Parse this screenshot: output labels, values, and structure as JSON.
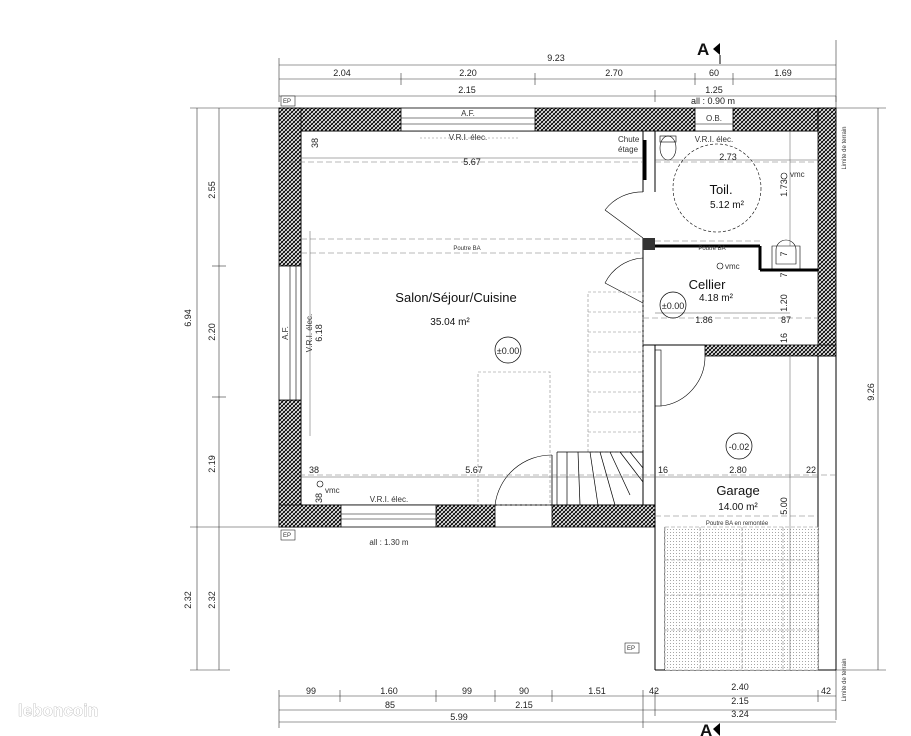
{
  "top_dims": {
    "overall": "9.23",
    "d1": "2.04",
    "d2": "2.20",
    "d3": "2.70",
    "d4": "60",
    "d5": "1.69",
    "r2_a": "2.15",
    "r2_b": "1.25",
    "allege_ob": "all : 0.90 m"
  },
  "left_dims": {
    "outer": "6.94",
    "a": "2.55",
    "b": "2.20",
    "c": "2.19",
    "low_outer": "2.32",
    "low_inner": "2.32"
  },
  "right_dims": {
    "outer": "9.26"
  },
  "bottom_dims": {
    "r1": [
      "99",
      "1.60",
      "99",
      "90",
      "1.51",
      "42",
      "2.40",
      "42"
    ],
    "r2_a": "85",
    "r2_b": "2.15",
    "r2_c": "2.15",
    "r3_a": "5.99",
    "r3_b": "3.24"
  },
  "inner_dims": {
    "w38_top": "38",
    "top_span": "5.67",
    "toil_w": "2.73",
    "toil_h": "1.73",
    "cellier_h": "1.20",
    "cellier_w": "1.86",
    "d87": "87",
    "d16a": "16",
    "d7a": "7",
    "d7b": "7",
    "win_left": "6.18",
    "w38_mid": "38",
    "mid_span": "5.67",
    "d16b": "16",
    "garage_w": "2.80",
    "d22": "22",
    "w38_low": "38",
    "garage_h": "5.00"
  },
  "windows": {
    "af_top": "A.F.",
    "vri_top": "V.R.I. élec.",
    "ob": "O.B.",
    "vri_toil": "V.R.I. élec.",
    "af_left": "A.F.",
    "vri_left": "V.R.I. élec.",
    "vri_bottom": "V.R.I. élec.",
    "allege_bottom": "all : 1.30 m"
  },
  "labels": {
    "chute": "Chute",
    "etage": "étage",
    "poutre1": "Poutre BA",
    "poutre2": "Poutre BA",
    "poutre_garage": "Poutre BA en remontée",
    "vmc1": "vmc",
    "vmc2": "vmc",
    "vmc3": "vmc",
    "ep1": "EP",
    "ep2": "EP",
    "ep3": "EP",
    "limite_top": "Limite de terrain",
    "limite_bottom": "Limite de terrain",
    "section_top": "A",
    "section_bottom": "A"
  },
  "rooms": {
    "salon": {
      "name": "Salon/Séjour/Cuisine",
      "area": "35.04 m²",
      "level": "±0.00"
    },
    "toilet": {
      "name": "Toil.",
      "area": "5.12 m²"
    },
    "cellier": {
      "name": "Cellier",
      "area": "4.18 m²",
      "level": "±0.00"
    },
    "garage": {
      "name": "Garage",
      "area": "14.00 m²",
      "level": "-0.02"
    }
  },
  "watermark": "leboncoin"
}
